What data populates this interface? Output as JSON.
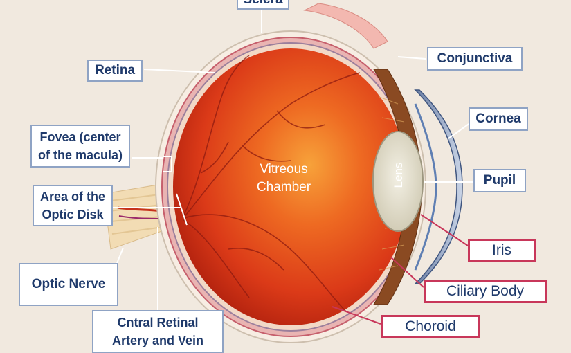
{
  "labels": {
    "sclera": "Sclera",
    "conjunctiva": "Conjunctiva",
    "retina": "Retina",
    "cornea": "Cornea",
    "fovea": "Fovea (center\nof the macula)",
    "pupil": "Pupil",
    "optic_disk": "Area of the\nOptic Disk",
    "iris": "Iris",
    "ciliary_body": "Ciliary Body",
    "optic_nerve": "Optic Nerve",
    "choroid": "Choroid",
    "retinal_artery": "Cntral Retinal\nArtery and Vein",
    "vitreous": "Vitreous\nChamber",
    "lens": "Lens"
  },
  "colors": {
    "background": "#f1e9df",
    "label_text": "#1f3a6b",
    "label_border": "#8fa3c4",
    "highlight_border": "#c8375a",
    "eye_red": "#e2401c"
  }
}
